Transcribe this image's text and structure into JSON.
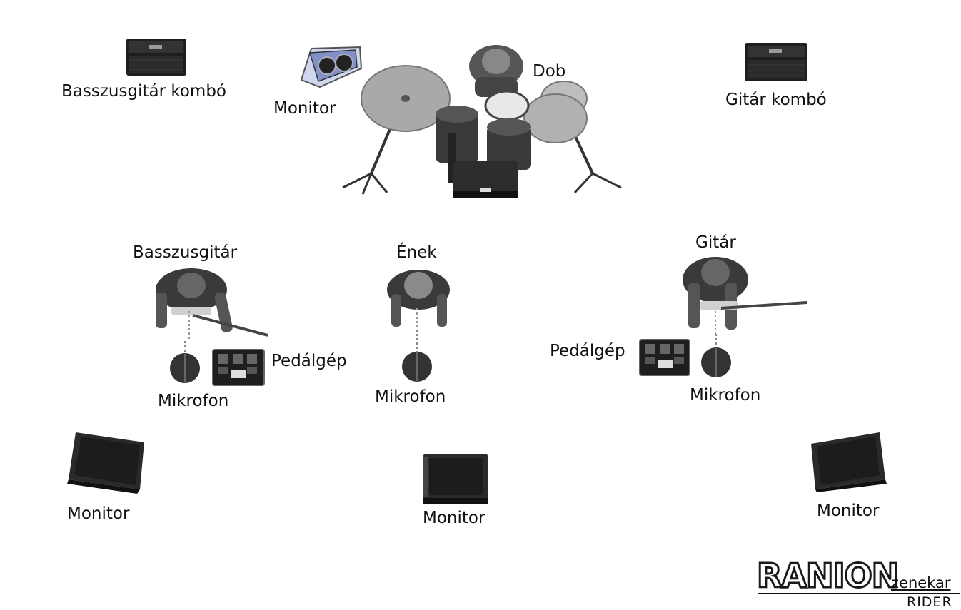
{
  "labels": {
    "bass_combo": "Basszusgitár kombó",
    "drum_monitor": "Monitor",
    "drums": "Dob",
    "guitar_combo": "Gitár kombó",
    "bass_player": "Basszusgitár",
    "vocal": "Ének",
    "guitar_player": "Gitár",
    "bass_pedal": "Pedálgép",
    "guitar_pedal": "Pedálgép",
    "bass_mic": "Mikrofon",
    "vocal_mic": "Mikrofon",
    "guitar_mic": "Mikrofon",
    "monitor_left": "Monitor",
    "monitor_center": "Monitor",
    "monitor_right": "Monitor"
  },
  "brand": {
    "name": "RANION",
    "sub": "zenekar",
    "rider": "RIDER"
  },
  "icons": {
    "amp": "amplifier-icon",
    "wedge": "wedge-monitor-icon",
    "drums": "drum-kit-icon",
    "musician": "musician-topdown-icon",
    "mic": "microphone-icon",
    "pedal": "pedalboard-icon",
    "floor_monitor": "floor-monitor-icon"
  },
  "colors": {
    "ink": "#111111",
    "equipment": "#2b2b2b",
    "cymbal": "#a9a9a9",
    "wedge_accent": "#7f8fc4"
  }
}
